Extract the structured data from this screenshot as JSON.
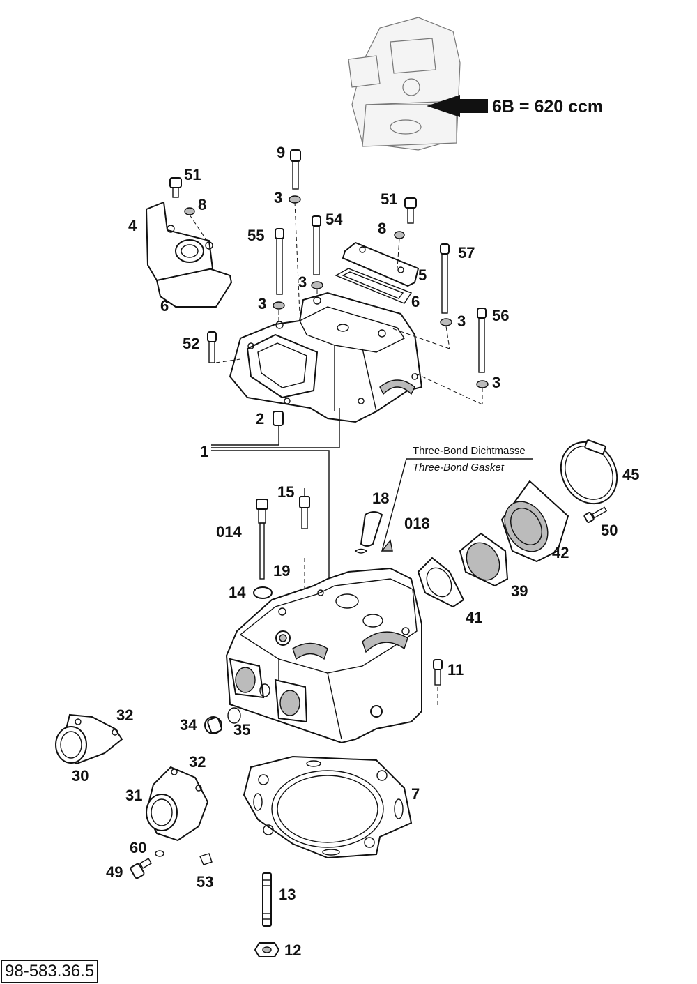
{
  "reference_code": "98-583.36.5",
  "variant_note": "6B = 620 ccm",
  "annotation": {
    "line1": "Three-Bond Dichtmasse",
    "line2": "Three-Bond Gasket"
  },
  "callouts": [
    {
      "key": "p1",
      "label": "1"
    },
    {
      "key": "p2",
      "label": "2"
    },
    {
      "key": "p3a",
      "label": "3"
    },
    {
      "key": "p3b",
      "label": "3"
    },
    {
      "key": "p3c",
      "label": "3"
    },
    {
      "key": "p3d",
      "label": "3"
    },
    {
      "key": "p3e",
      "label": "3"
    },
    {
      "key": "p4",
      "label": "4"
    },
    {
      "key": "p5",
      "label": "5"
    },
    {
      "key": "p6a",
      "label": "6"
    },
    {
      "key": "p6b",
      "label": "6"
    },
    {
      "key": "p7",
      "label": "7"
    },
    {
      "key": "p8a",
      "label": "8"
    },
    {
      "key": "p8b",
      "label": "8"
    },
    {
      "key": "p9",
      "label": "9"
    },
    {
      "key": "p11",
      "label": "11"
    },
    {
      "key": "p12",
      "label": "12"
    },
    {
      "key": "p13",
      "label": "13"
    },
    {
      "key": "p14",
      "label": "14"
    },
    {
      "key": "p014",
      "label": "014"
    },
    {
      "key": "p15",
      "label": "15"
    },
    {
      "key": "p18",
      "label": "18"
    },
    {
      "key": "p018",
      "label": "018"
    },
    {
      "key": "p19",
      "label": "19"
    },
    {
      "key": "p30",
      "label": "30"
    },
    {
      "key": "p31",
      "label": "31"
    },
    {
      "key": "p32a",
      "label": "32"
    },
    {
      "key": "p32b",
      "label": "32"
    },
    {
      "key": "p34",
      "label": "34"
    },
    {
      "key": "p35",
      "label": "35"
    },
    {
      "key": "p39",
      "label": "39"
    },
    {
      "key": "p41",
      "label": "41"
    },
    {
      "key": "p42",
      "label": "42"
    },
    {
      "key": "p45",
      "label": "45"
    },
    {
      "key": "p49",
      "label": "49"
    },
    {
      "key": "p50",
      "label": "50"
    },
    {
      "key": "p51a",
      "label": "51"
    },
    {
      "key": "p51b",
      "label": "51"
    },
    {
      "key": "p52",
      "label": "52"
    },
    {
      "key": "p53",
      "label": "53"
    },
    {
      "key": "p54",
      "label": "54"
    },
    {
      "key": "p55",
      "label": "55"
    },
    {
      "key": "p56",
      "label": "56"
    },
    {
      "key": "p57",
      "label": "57"
    },
    {
      "key": "p60",
      "label": "60"
    }
  ]
}
